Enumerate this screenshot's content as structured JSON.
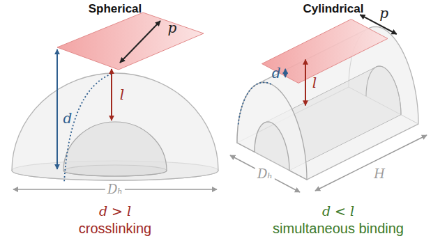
{
  "diagram": {
    "labels": [
      "Spherical",
      "Cylindrical",
      "p",
      "l",
      "d",
      "Dₕ",
      "p",
      "l",
      "d",
      "Dₕ",
      "H",
      "d > l",
      "crosslinking",
      "d < l",
      "simultaneous binding"
    ]
  }
}
